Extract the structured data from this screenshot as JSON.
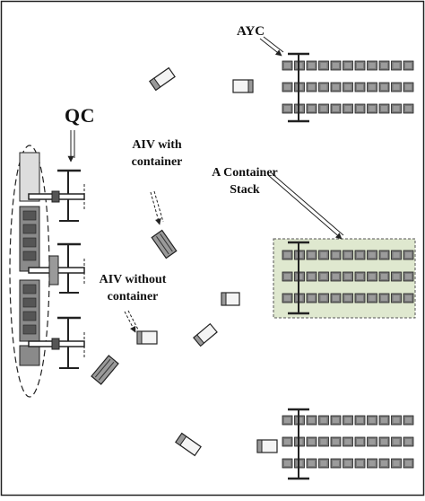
{
  "labels": {
    "ayc": "AYC",
    "qc": "QC",
    "aiv_with_line1": "AIV with",
    "aiv_with_line2": "container",
    "container_stack_line1": "A Container",
    "container_stack_line2": "Stack",
    "aiv_without_line1": "AIV without",
    "aiv_without_line2": "container"
  },
  "colors": {
    "line": "#222222",
    "block_fill": "#7a7a7a",
    "ship_block_fill": "#8a8a8a",
    "highlight_fill": "#dfe8cf",
    "vehicle_fill": "#f4f4f4",
    "vehicle_load": "#999999"
  }
}
